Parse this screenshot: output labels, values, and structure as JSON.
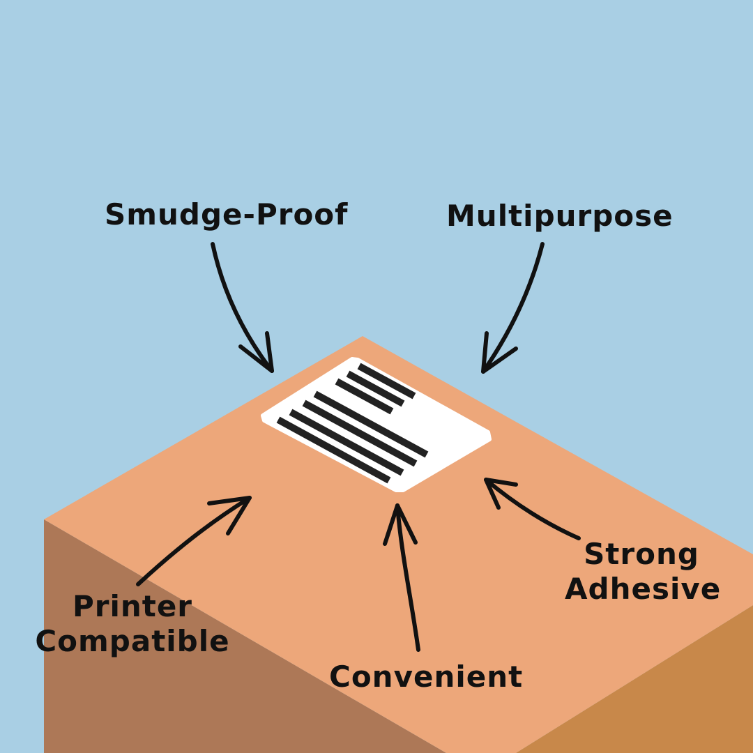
{
  "colors": {
    "sky": "#a9cfe4",
    "box_top": "#eda77a",
    "box_left": "#ad7857",
    "box_right": "#c8884a",
    "label": "#ffffff",
    "ink": "#111111"
  },
  "callouts": {
    "smudge_proof": "Smudge-Proof",
    "multipurpose": "Multipurpose",
    "printer_line1": "Printer",
    "printer_line2": "Compatible",
    "convenient": "Convenient",
    "strong_line1": "Strong",
    "strong_line2": "Adhesive"
  }
}
